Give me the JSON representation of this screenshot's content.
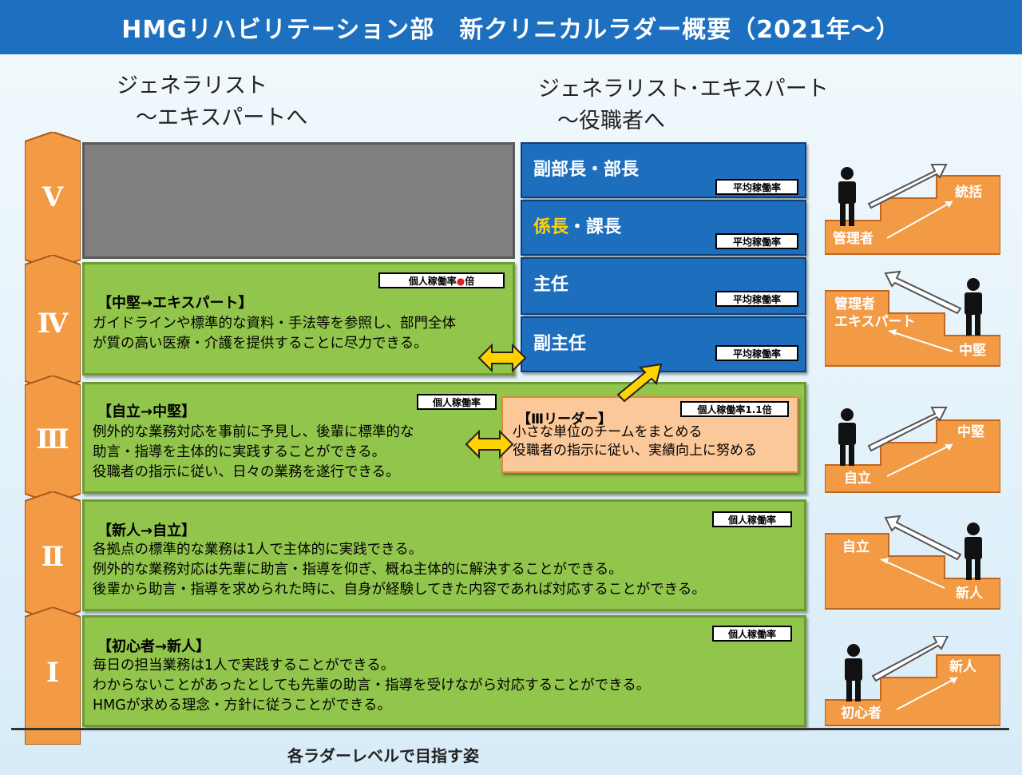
{
  "title": "HMGリハビリテーション部　新クリニカルラダー概要（2021年～）",
  "header": {
    "left_line1": "ジェネラリスト",
    "left_line2": "～エキスパートへ",
    "right_line1": "ジェネラリスト･エキスパート",
    "right_line2": "～役職者へ"
  },
  "levels": [
    "Ⅴ",
    "Ⅳ",
    "Ⅲ",
    "Ⅱ",
    "Ⅰ"
  ],
  "positions": {
    "vice_director": "副部長・部長",
    "chief_a": "係長",
    "chief_sep": "・",
    "chief_b": "課長",
    "supervisor": "主任",
    "assistant_supervisor": "副主任",
    "avg_rate": "平均稼働率"
  },
  "level4": {
    "badge": "個人稼働率",
    "badge_mark": "●",
    "badge_suffix": "倍",
    "title": "【中堅→エキスパート】",
    "text": "ガイドラインや標準的な資料・手法等を参照し、部門全体\nが質の高い医療・介護を提供することに尽力できる。"
  },
  "level3": {
    "badge": "個人稼働率",
    "title": "【自立→中堅】",
    "text": "例外的な業務対応を事前に予見し、後輩に標準的な\n助言・指導を主体的に実践することができる。\n役職者の指示に従い、日々の業務を遂行できる。"
  },
  "leader": {
    "badge": "個人稼働率1.1倍",
    "title": "【Ⅲリーダー】",
    "text": "小さな単位のチームをまとめる\n役職者の指示に従い、実績向上に努める"
  },
  "level2": {
    "badge": "個人稼働率",
    "title": "【新人→自立】",
    "text": "各拠点の標準的な業務は1人で主体的に実践できる。\n例外的な業務対応は先輩に助言・指導を仰ぎ、概ね主体的に解決することができる。\n後輩から助言・指導を求められた時に、自身が経験してきた内容であれば対応することができる。"
  },
  "level1": {
    "badge": "個人稼働率",
    "title": "【初心者→新人】",
    "text": "毎日の担当業務は1人で実践することができる。\nわからないことがあったとしても先輩の助言・指導を受けながら対応することができる。\nHMGが求める理念・方針に従うことができる。"
  },
  "stairs": [
    {
      "low": "管理者",
      "high": "統括"
    },
    {
      "low": "中堅",
      "high": "管理者\nエキスパート"
    },
    {
      "low": "自立",
      "high": "中堅"
    },
    {
      "low": "新人",
      "high": "自立"
    },
    {
      "low": "初心者",
      "high": "新人"
    }
  ],
  "footer": "各ラダーレベルで目指す姿",
  "colors": {
    "title_bg": "#1d6fc0",
    "green": "#92c54c",
    "blue": "#1e6ebe",
    "orange": "#f39a45",
    "yellow_accent": "#ffd200"
  }
}
